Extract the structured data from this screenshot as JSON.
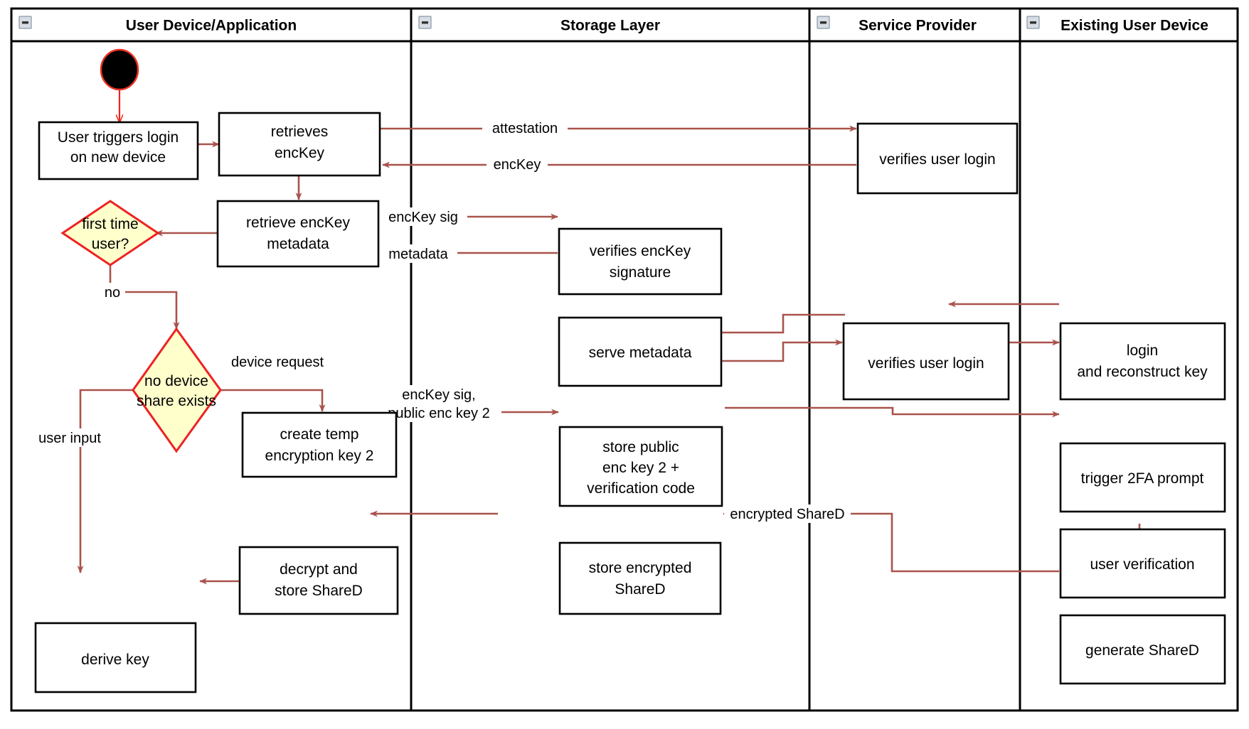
{
  "diagram": {
    "type": "uml-activity-swimlane",
    "title": "Key recovery / device onboarding activity diagram",
    "colors": {
      "edge": "#a9534c",
      "decision_fill": "#ffffcc",
      "decision_stroke": "#ee2222",
      "node_fill": "#ffffff",
      "node_stroke": "#000000",
      "start_fill": "#000000",
      "start_stroke": "#ee3322",
      "lane_stroke": "#000000"
    },
    "lanes": [
      {
        "id": "lane-user-device",
        "label": "User Device/Application",
        "collapse_icon": "minus-box-icon"
      },
      {
        "id": "lane-storage-layer",
        "label": "Storage Layer",
        "collapse_icon": "minus-box-icon"
      },
      {
        "id": "lane-service-provider",
        "label": "Service Provider",
        "collapse_icon": "minus-box-icon"
      },
      {
        "id": "lane-existing-user-device",
        "label": "Existing User Device",
        "collapse_icon": "minus-box-icon"
      }
    ],
    "start_node": {
      "id": "start",
      "shape": "filled-circle",
      "lane": "lane-user-device"
    },
    "nodes": [
      {
        "id": "n-user-triggers-login",
        "lane": "lane-user-device",
        "shape": "rect",
        "lines": [
          "User triggers login",
          "on new device"
        ]
      },
      {
        "id": "n-retrieves-enckey",
        "lane": "lane-user-device",
        "shape": "rect",
        "lines": [
          "retrieves",
          "encKey"
        ]
      },
      {
        "id": "n-retrieve-enckey-metadata",
        "lane": "lane-user-device",
        "shape": "rect",
        "lines": [
          "retrieve encKey",
          "metadata"
        ]
      },
      {
        "id": "n-first-time-user",
        "lane": "lane-user-device",
        "shape": "diamond",
        "lines": [
          "first time",
          "user?"
        ]
      },
      {
        "id": "n-no-device-share-exists",
        "lane": "lane-user-device",
        "shape": "diamond",
        "lines": [
          "no device",
          "share exists"
        ]
      },
      {
        "id": "n-create-temp-encryption-key-2",
        "lane": "lane-user-device",
        "shape": "rect",
        "lines": [
          "create temp",
          "encryption key 2"
        ]
      },
      {
        "id": "n-decrypt-and-store-shared",
        "lane": "lane-user-device",
        "shape": "rect",
        "lines": [
          "decrypt and",
          "store ShareD"
        ]
      },
      {
        "id": "n-derive-key",
        "lane": "lane-user-device",
        "shape": "rect",
        "lines": [
          "derive key"
        ]
      },
      {
        "id": "n-verifies-enckey-signature",
        "lane": "lane-storage-layer",
        "shape": "rect",
        "lines": [
          "verifies encKey",
          "signature"
        ]
      },
      {
        "id": "n-serve-metadata",
        "lane": "lane-storage-layer",
        "shape": "rect",
        "lines": [
          "serve metadata"
        ]
      },
      {
        "id": "n-store-public-enc-key-2",
        "lane": "lane-storage-layer",
        "shape": "rect",
        "lines": [
          "store public",
          "enc key 2 +",
          "verification code"
        ]
      },
      {
        "id": "n-store-encrypted-shared",
        "lane": "lane-storage-layer",
        "shape": "rect",
        "lines": [
          "store encrypted",
          "ShareD"
        ]
      },
      {
        "id": "n-verifies-user-login-1",
        "lane": "lane-service-provider",
        "shape": "rect",
        "lines": [
          "verifies user login"
        ]
      },
      {
        "id": "n-verifies-user-login-2",
        "lane": "lane-service-provider",
        "shape": "rect",
        "lines": [
          "verifies user login"
        ]
      },
      {
        "id": "n-login-and-reconstruct-key",
        "lane": "lane-existing-user-device",
        "shape": "rect",
        "lines": [
          "login",
          "and reconstruct key"
        ]
      },
      {
        "id": "n-trigger-2fa-prompt",
        "lane": "lane-existing-user-device",
        "shape": "rect",
        "lines": [
          "trigger 2FA prompt"
        ]
      },
      {
        "id": "n-user-verification",
        "lane": "lane-existing-user-device",
        "shape": "rect",
        "lines": [
          "user verification"
        ]
      },
      {
        "id": "n-generate-shared",
        "lane": "lane-existing-user-device",
        "shape": "rect",
        "lines": [
          "generate ShareD"
        ]
      }
    ],
    "edge_labels": {
      "attestation": "attestation",
      "enckey": "encKey",
      "enckey_sig": "encKey sig",
      "metadata": "metadata",
      "no": "no",
      "device_request": "device request",
      "enckey_sig_pubkey2_line1": "encKey sig,",
      "enckey_sig_pubkey2_line2": "public enc key 2",
      "user_input": "user input",
      "encrypted_shared": "encrypted ShareD"
    },
    "edges": [
      {
        "id": "e-start-to-login",
        "from": "start",
        "to": "n-user-triggers-login",
        "label": ""
      },
      {
        "id": "e-login-to-retrieves",
        "from": "n-user-triggers-login",
        "to": "n-retrieves-enckey",
        "label": ""
      },
      {
        "id": "e-retrieves-to-sp",
        "from": "n-retrieves-enckey",
        "to": "n-verifies-user-login-1",
        "label": "attestation"
      },
      {
        "id": "e-sp-to-retrieves",
        "from": "n-verifies-user-login-1",
        "to": "n-retrieves-enckey",
        "label": "encKey"
      },
      {
        "id": "e-retrieves-to-metadata",
        "from": "n-retrieves-enckey",
        "to": "n-retrieve-enckey-metadata",
        "label": ""
      },
      {
        "id": "e-metadata-to-first-time",
        "from": "n-retrieve-enckey-metadata",
        "to": "n-first-time-user",
        "label": ""
      },
      {
        "id": "e-metadata-to-verify-sig",
        "from": "n-retrieve-enckey-metadata",
        "to": "n-verifies-enckey-signature",
        "label": "encKey sig"
      },
      {
        "id": "e-verify-sig-to-metadata",
        "from": "n-verifies-enckey-signature",
        "to": "n-retrieve-enckey-metadata",
        "label": "metadata"
      },
      {
        "id": "e-first-time-to-no-device",
        "from": "n-first-time-user",
        "to": "n-no-device-share-exists",
        "label": "no"
      },
      {
        "id": "e-no-device-to-create-temp",
        "from": "n-no-device-share-exists",
        "to": "n-create-temp-encryption-key-2",
        "label": "device request"
      },
      {
        "id": "e-create-temp-to-store-public",
        "from": "n-create-temp-encryption-key-2",
        "to": "n-store-public-enc-key-2",
        "label": "encKey sig, public enc key 2"
      },
      {
        "id": "e-no-device-to-derive",
        "from": "n-no-device-share-exists",
        "to": "n-derive-key",
        "label": "user input"
      },
      {
        "id": "e-existing-to-sp2",
        "from": "n-login-and-reconstruct-key",
        "to": "n-verifies-user-login-2",
        "label": ""
      },
      {
        "id": "e-sp2-to-serve-metadata",
        "from": "n-verifies-user-login-2",
        "to": "n-serve-metadata",
        "label": ""
      },
      {
        "id": "e-serve-metadata-to-sp2",
        "from": "n-serve-metadata",
        "to": "n-verifies-user-login-2",
        "label": ""
      },
      {
        "id": "e-sp2-to-existing",
        "from": "n-verifies-user-login-2",
        "to": "n-login-and-reconstruct-key",
        "label": ""
      },
      {
        "id": "e-login-to-2fa",
        "from": "n-login-and-reconstruct-key",
        "to": "n-trigger-2fa-prompt",
        "label": ""
      },
      {
        "id": "e-store-public-to-2fa",
        "from": "n-store-public-enc-key-2",
        "to": "n-trigger-2fa-prompt",
        "label": ""
      },
      {
        "id": "e-2fa-to-user-verification",
        "from": "n-trigger-2fa-prompt",
        "to": "n-user-verification",
        "label": ""
      },
      {
        "id": "e-user-verification-to-generate",
        "from": "n-user-verification",
        "to": "n-generate-shared",
        "label": ""
      },
      {
        "id": "e-generate-to-store-encrypted",
        "from": "n-generate-shared",
        "to": "n-store-encrypted-shared",
        "label": "encrypted ShareD"
      },
      {
        "id": "e-store-encrypted-to-decrypt",
        "from": "n-store-encrypted-shared",
        "to": "n-decrypt-and-store-shared",
        "label": ""
      },
      {
        "id": "e-decrypt-to-derive",
        "from": "n-decrypt-and-store-shared",
        "to": "n-derive-key",
        "label": ""
      }
    ]
  }
}
